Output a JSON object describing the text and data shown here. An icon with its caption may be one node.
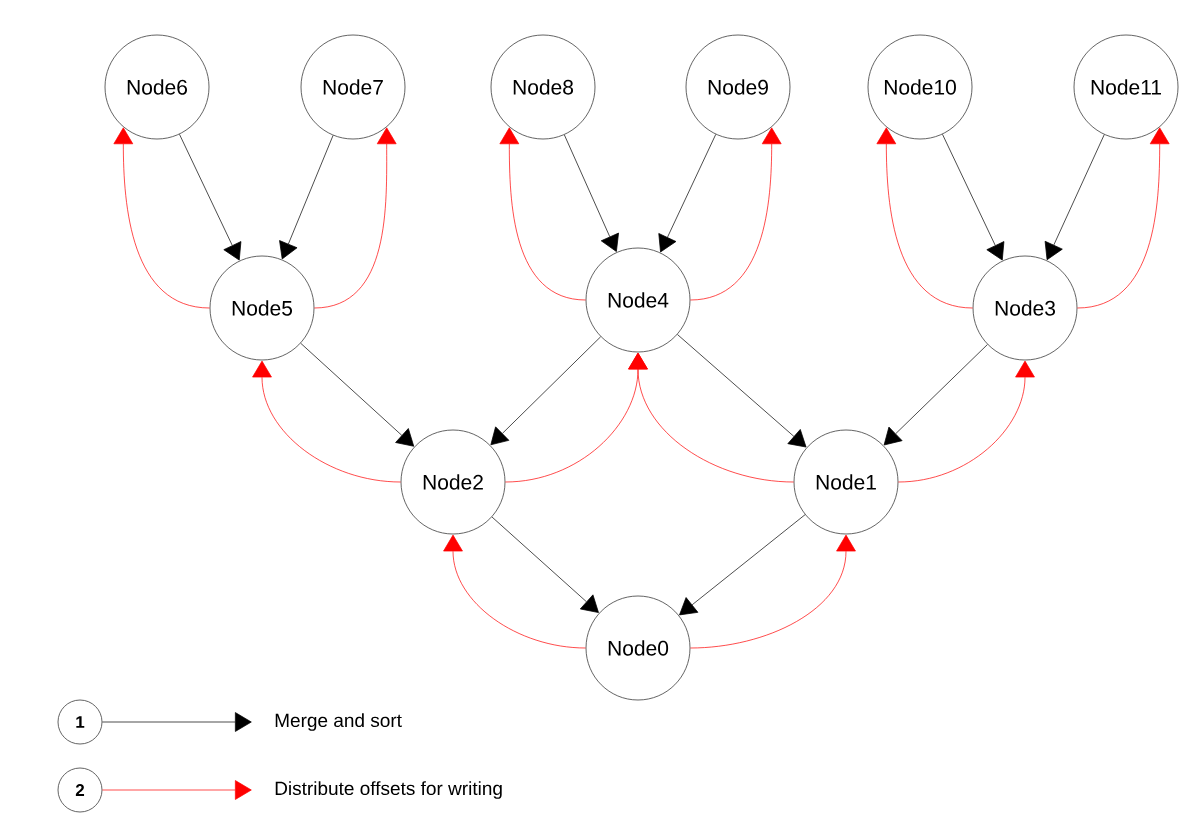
{
  "diagram": {
    "nodes": [
      {
        "text": [
          "Node0"
        ]
      },
      {
        "text": [
          "Node1"
        ]
      },
      {
        "text": [
          "Node2"
        ]
      },
      {
        "text": [
          "Node3"
        ]
      },
      {
        "text": [
          "Node4"
        ]
      },
      {
        "text": [
          "Node5"
        ]
      },
      {
        "text": [
          "Node6"
        ]
      },
      {
        "text": [
          "Node7"
        ]
      },
      {
        "text": [
          "Node8"
        ]
      },
      {
        "text": [
          "Node9"
        ]
      },
      {
        "text": [
          "Node10"
        ]
      },
      {
        "text": [
          "Node11"
        ]
      },
      {
        "text": [
          "1"
        ]
      },
      {
        "text": [
          "Merge and sort"
        ]
      },
      {
        "text": [
          "2"
        ]
      },
      {
        "text": [
          "Distribute offsets for writing"
        ]
      }
    ],
    "edges": [
      {
        "from": 6,
        "to": 5,
        "arrow": "to"
      },
      {
        "from": 7,
        "to": 5,
        "arrow": "to"
      },
      {
        "from": 8,
        "to": 4,
        "arrow": "to"
      },
      {
        "from": 9,
        "to": 4,
        "arrow": "to"
      },
      {
        "from": 10,
        "to": 3,
        "arrow": "to"
      },
      {
        "from": 11,
        "to": 3,
        "arrow": "to"
      },
      {
        "from": 5,
        "to": 2,
        "arrow": "to"
      },
      {
        "from": 4,
        "to": 2,
        "arrow": "to"
      },
      {
        "from": 4,
        "to": 1,
        "arrow": "to"
      },
      {
        "from": 3,
        "to": 1,
        "arrow": "to"
      },
      {
        "from": 2,
        "to": 0,
        "arrow": "to"
      },
      {
        "from": 1,
        "to": 0,
        "arrow": "to"
      },
      {
        "from": 5,
        "to": 6,
        "arrow": "to",
        "color": "#ff0000"
      },
      {
        "from": 5,
        "to": 7,
        "arrow": "to",
        "color": "#ff0000"
      },
      {
        "from": 4,
        "to": 8,
        "arrow": "to",
        "color": "#ff0000"
      },
      {
        "from": 4,
        "to": 9,
        "arrow": "to",
        "color": "#ff0000"
      },
      {
        "from": 3,
        "to": 10,
        "arrow": "to",
        "color": "#ff0000"
      },
      {
        "from": 3,
        "to": 11,
        "arrow": "to",
        "color": "#ff0000"
      },
      {
        "from": 2,
        "to": 5,
        "arrow": "to",
        "color": "#ff0000"
      },
      {
        "from": 2,
        "to": 4,
        "arrow": "to",
        "color": "#ff0000"
      },
      {
        "from": 1,
        "to": 4,
        "arrow": "to",
        "color": "#ff0000"
      },
      {
        "from": 1,
        "to": 3,
        "arrow": "to",
        "color": "#ff0000"
      },
      {
        "from": 0,
        "to": 2,
        "arrow": "to",
        "color": "#ff0000"
      },
      {
        "from": 0,
        "to": 1,
        "arrow": "to",
        "color": "#ff0000"
      },
      {
        "from": 12,
        "to": 13,
        "arrow": "to"
      },
      {
        "from": 14,
        "to": 15,
        "arrow": "to",
        "color": "#ff0000"
      }
    ]
  }
}
